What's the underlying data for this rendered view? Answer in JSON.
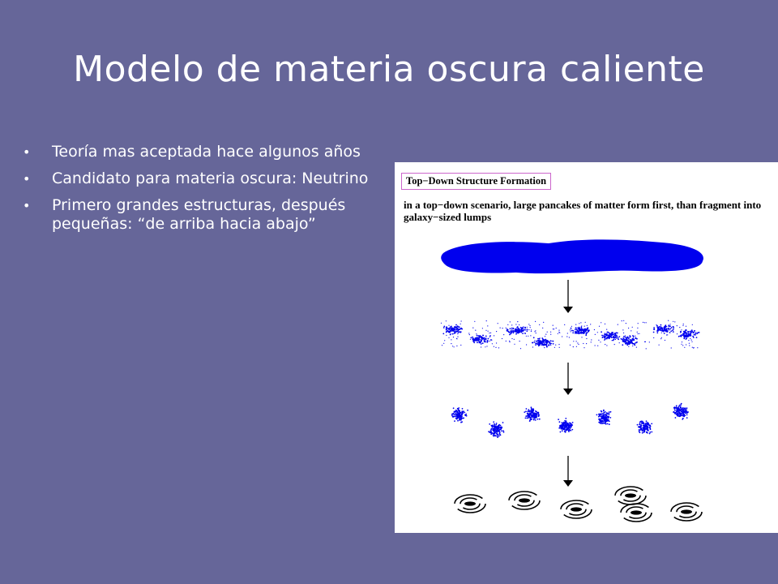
{
  "slide": {
    "title": "Modelo de materia oscura caliente",
    "bullets": [
      "Teoría mas aceptada hace algunos años",
      "Candidato para materia oscura: Neutrino",
      "Primero grandes estructuras, después pequeñas: “de arriba hacia abajo”"
    ],
    "bullet_glyph": "•"
  },
  "figure": {
    "title": "Top−Down Structure Formation",
    "caption": "in a top−down scenario, large pancakes of matter form first, than fragment into galaxy−sized lumps",
    "stages": [
      "pancake",
      "fragmentation",
      "clumps",
      "galaxies"
    ],
    "clump_count": 7,
    "galaxy_count": 6,
    "arrow_count": 3,
    "colors": {
      "matter": "#0000ee",
      "arrow": "#000000",
      "background": "#ffffff"
    }
  },
  "colors": {
    "background": "#666699",
    "text": "#ffffff"
  }
}
